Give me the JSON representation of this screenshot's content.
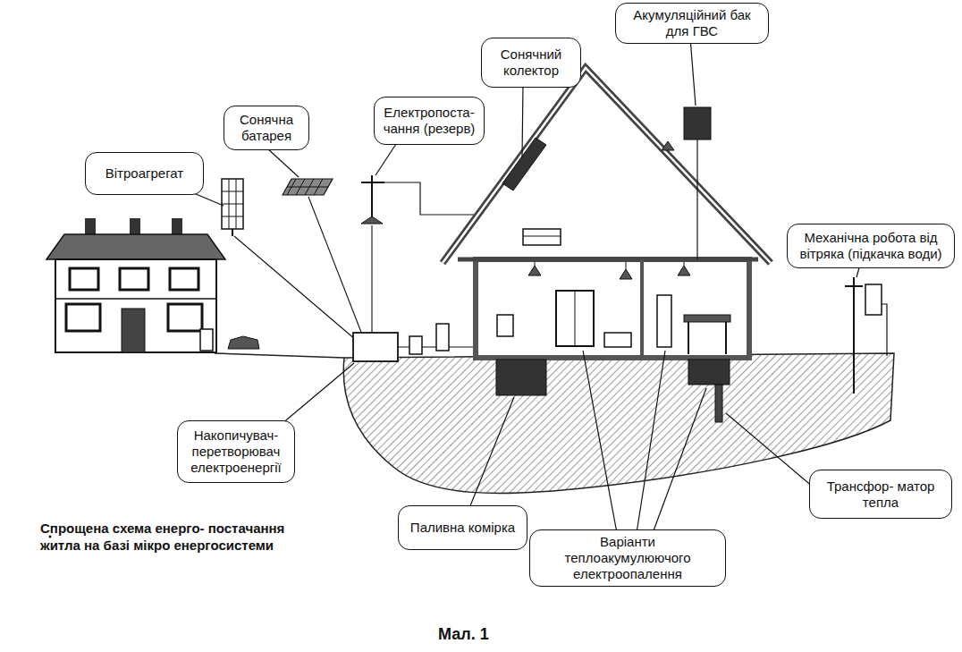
{
  "diagram": {
    "title": "Спрощена схема енерго- постачання житла на базі мікро енергосистеми",
    "caption": "Мал. 1",
    "nodes": [
      {
        "text": [
          "Акумуляційний бак для ГВС"
        ]
      },
      {
        "text": [
          "Сонячний колектор"
        ]
      },
      {
        "text": [
          "Електропоста- чання (резерв)"
        ]
      },
      {
        "text": [
          "Сонячна батарея"
        ]
      },
      {
        "text": [
          "Вітроагрегат"
        ]
      },
      {
        "text": [
          "Механічна робота від вітряка (підкачка води)"
        ]
      },
      {
        "text": [
          "Накопичувач- перетворювач електроенергії"
        ]
      },
      {
        "text": [
          "Трансфор- матор тепла"
        ]
      },
      {
        "text": [
          "Паливна комірка"
        ]
      },
      {
        "text": [
          "Варіанти теплоакумулюючого електроопалення"
        ]
      }
    ]
  }
}
